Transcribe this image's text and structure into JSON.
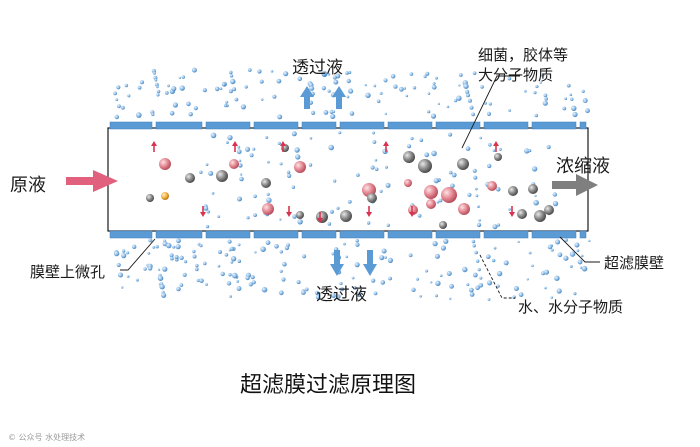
{
  "labels": {
    "permeate_top": "透过液",
    "permeate_bottom": "透过液",
    "feed": "原液",
    "concentrate": "浓缩液",
    "bacteria_line1": "细菌，胶体等",
    "bacteria_line2": "大分子物质",
    "membrane_wall": "超滤膜壁",
    "micropore": "膜壁上微孔",
    "water": "水、水分子物质"
  },
  "title": "超滤膜过滤原理图",
  "watermark": "© 公众号 水处理技术",
  "colors": {
    "membrane": "#5b9bd5",
    "feed_arrow": "#e0607e",
    "concentrate_arrow": "#7f7f7f",
    "permeate_arrow": "#5b9bd5",
    "small_flow_arrow": "#d9334f",
    "particle_red": "#e58a94",
    "particle_gray": "#8c8c8c",
    "particle_orange": "#f0b040",
    "water_dot": "#6fa8dc"
  },
  "icons": {
    "feed_arrow": "right-arrow-icon",
    "concentrate_arrow": "right-arrow-icon",
    "permeate_arrow": "up-down-arrow-icon"
  }
}
